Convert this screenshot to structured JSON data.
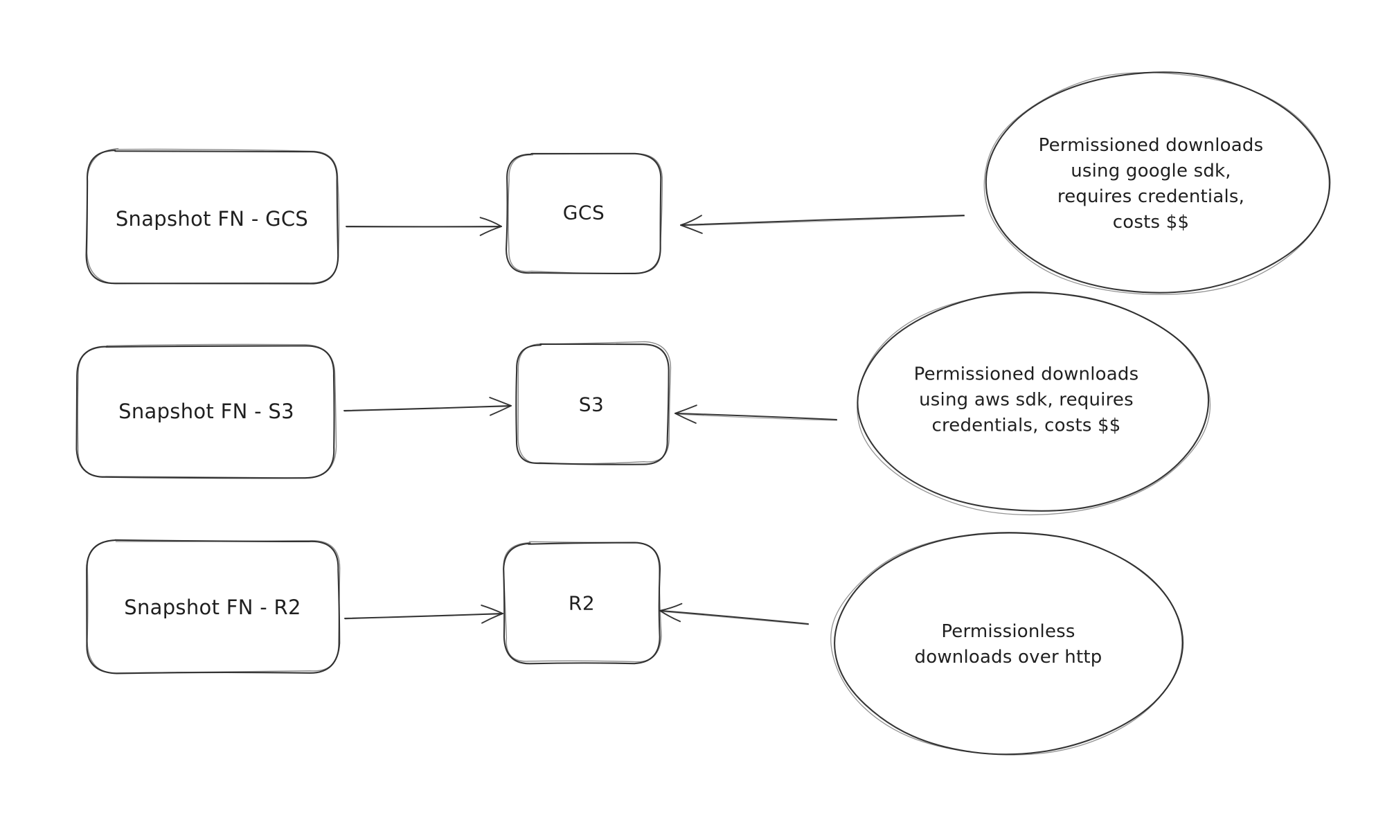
{
  "diagram": {
    "colors": {
      "background": "#ffffff",
      "stroke": "#2a2a2a",
      "text": "#1f1f1f"
    },
    "rows": [
      {
        "source": "Snapshot FN - GCS",
        "target": "GCS",
        "note": "Permissioned downloads\nusing google sdk,\nrequires credentials,\ncosts $$"
      },
      {
        "source": "Snapshot FN - S3",
        "target": "S3",
        "note": "Permissioned downloads\nusing aws sdk, requires\ncredentials, costs $$"
      },
      {
        "source": "Snapshot FN - R2",
        "target": "R2",
        "note": "Permissionless\ndownloads over http"
      }
    ]
  }
}
